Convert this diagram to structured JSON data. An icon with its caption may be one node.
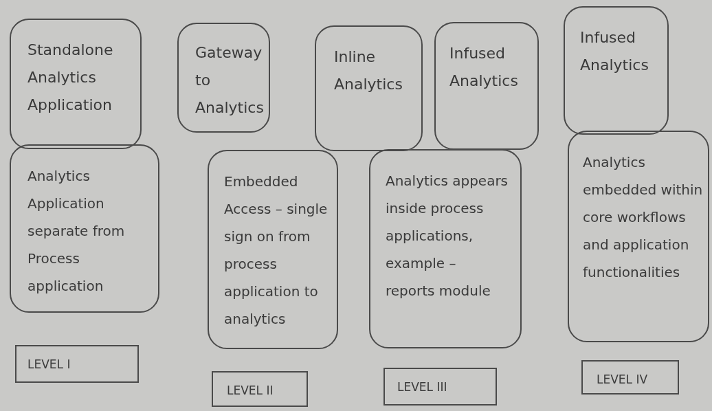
{
  "diagram": {
    "nodes": [
      {
        "text": [
          "Standalone Analytics Application"
        ]
      },
      {
        "text": [
          "Gateway to Analytics"
        ]
      },
      {
        "text": [
          "Inline Analytics"
        ]
      },
      {
        "text": [
          "Infused Analytics"
        ]
      },
      {
        "text": [
          "Infused Analytics"
        ]
      },
      {
        "text": [
          "Analytics Application separate from Process application"
        ]
      },
      {
        "text": [
          "Embedded Access – single sign on from process application to analytics"
        ]
      },
      {
        "text": [
          "Analytics appears inside process applications, example – reports module"
        ]
      },
      {
        "text": [
          "Analytics embedded within core workflows and application functionalities"
        ]
      },
      {
        "text": [
          "LEVEL I"
        ]
      },
      {
        "text": [
          "LEVEL II"
        ]
      },
      {
        "text": [
          "LEVEL III"
        ]
      },
      {
        "text": [
          "LEVEL IV"
        ]
      }
    ]
  }
}
